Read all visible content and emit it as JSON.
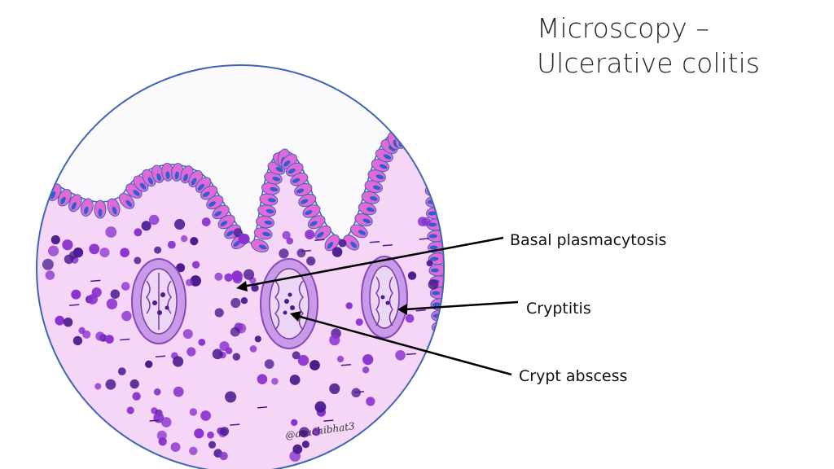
{
  "title": {
    "line1": "Microscopy –",
    "line2": "Ulcerative colitis"
  },
  "labels": {
    "basal_plasmacytosis": "Basal plasmacytosis",
    "cryptitis": "Cryptitis",
    "crypt_abscess": "Crypt abscess"
  },
  "watermark": "@aruchibhat3",
  "colors": {
    "lamina_propria": "#f6d6f6",
    "circle_outline": "#3f66b3",
    "epithelium": "#e26ad8",
    "epithelium_nucleus": "#2c5fd0",
    "inflammatory_cell": "#8a32cf",
    "plasma_cell": "#4a1a8f",
    "crypt": "#c99ae6",
    "pointer": "#000000"
  }
}
